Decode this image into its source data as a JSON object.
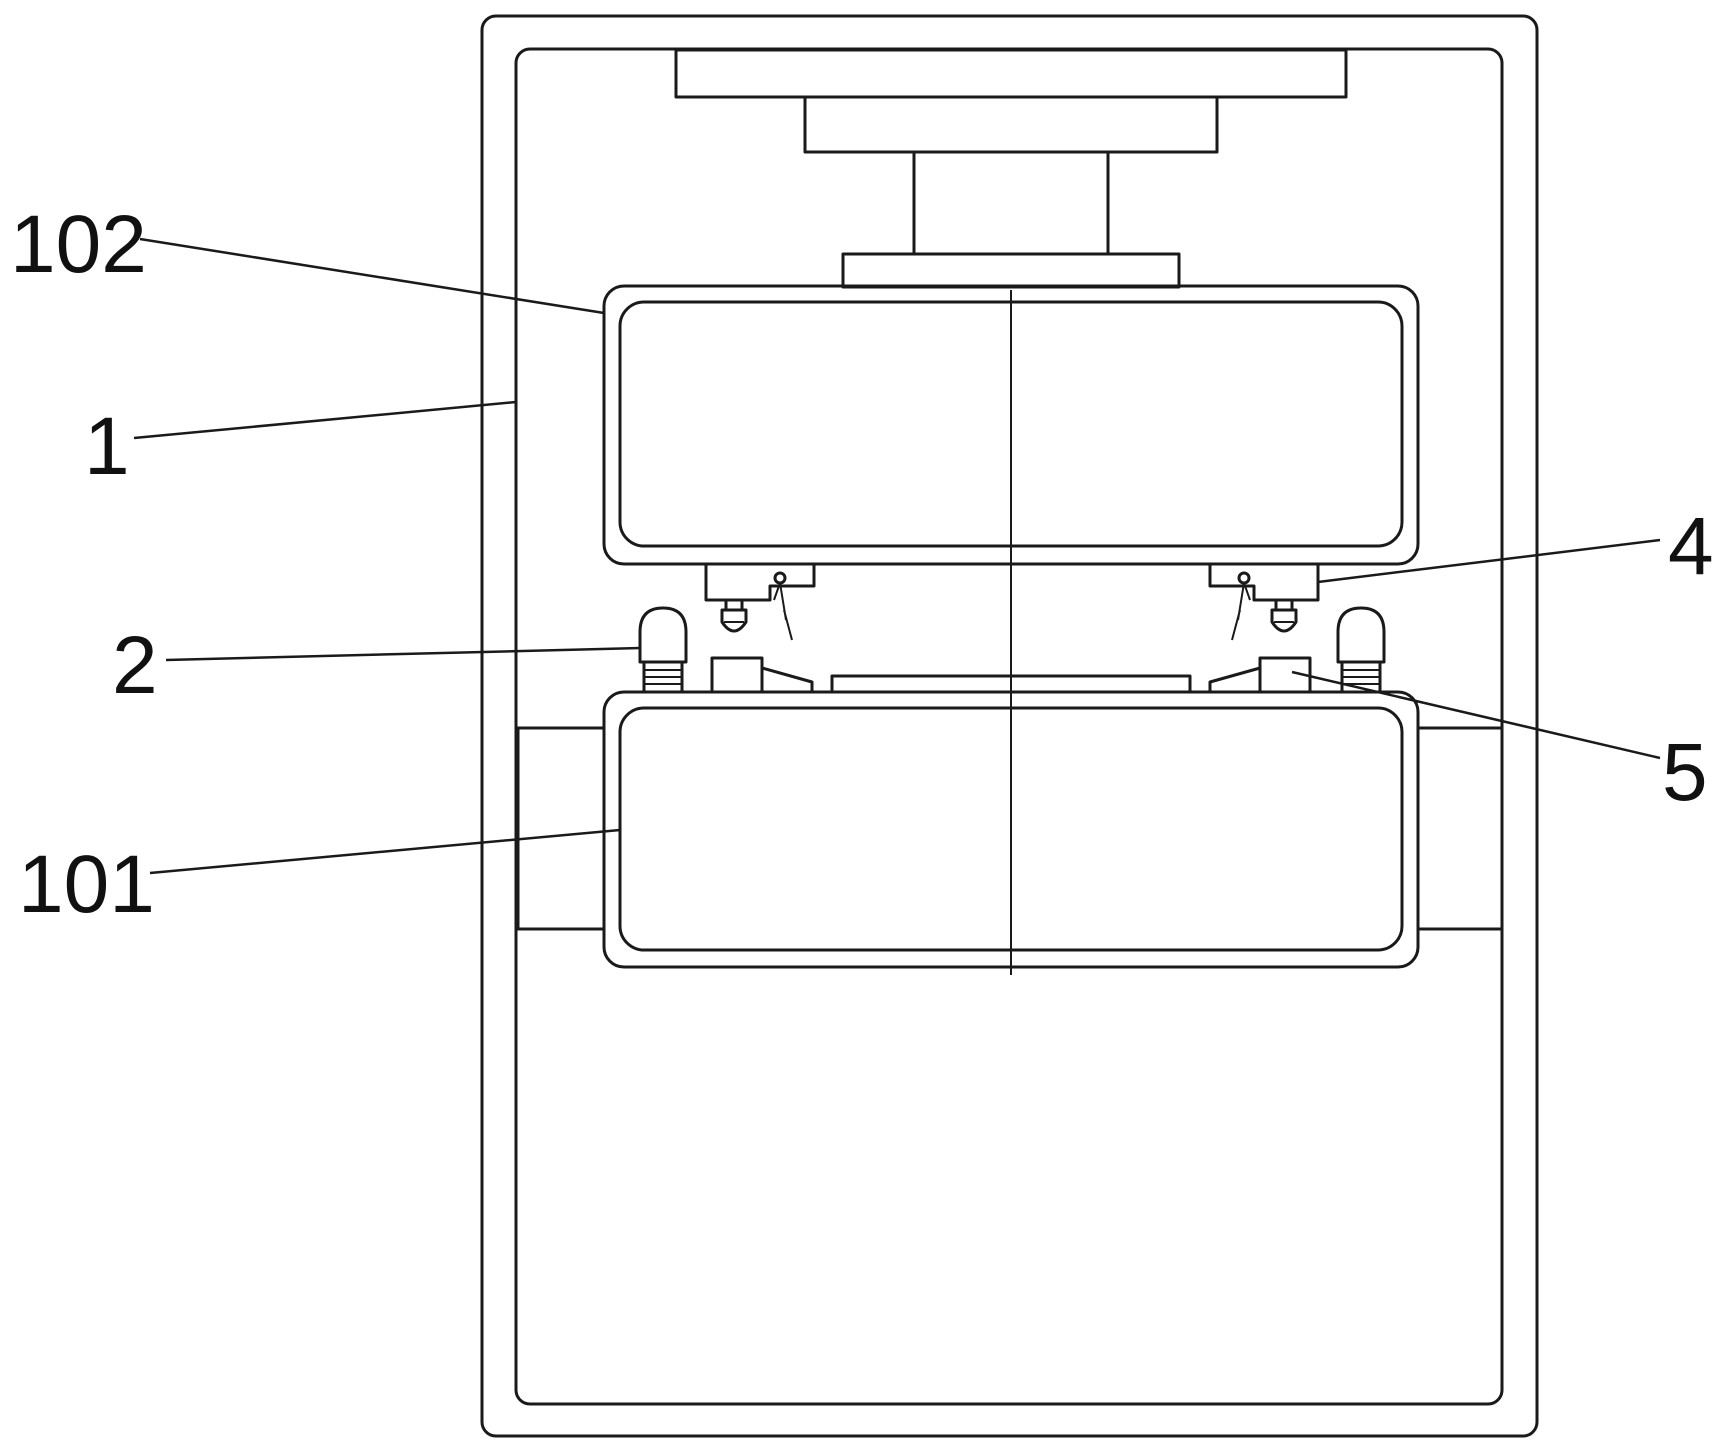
{
  "labels": {
    "l102": "102",
    "l1": "1",
    "l4": "4",
    "l2": "2",
    "l5": "5",
    "l101": "101"
  }
}
